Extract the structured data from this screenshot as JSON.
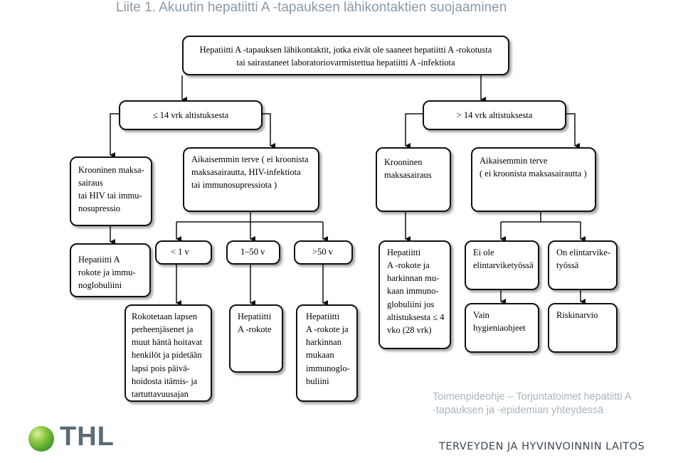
{
  "title": "Liite 1. Akuutin hepatiitti A -tapauksen lähikontaktien suojaaminen",
  "top_box": [
    "Hepatiitti A -tapauksen lähikontaktit, jotka eivät ole saaneet hepatiitti A -rokotusta",
    "tai sairastaneet laboratoriovarmistettua hepatiitti A -infektiota"
  ],
  "branch_left": "≤ 14 vrk altistuksesta",
  "branch_right": "> 14 vrk altistuksesta",
  "chronic_left": [
    "Krooninen maksa-",
    "sairaus",
    "tai HIV tai immu-",
    "nosupressio"
  ],
  "healthy_left": [
    "Aikaisemmin terve ( ei kroonista",
    "maksasairautta, HIV-infektiota",
    "tai immunosupressiota )"
  ],
  "chronic_right": [
    "Krooninen",
    "maksasairaus"
  ],
  "healthy_right": [
    "Aikaisemmin terve",
    "( ei kroonista maksasairautta )"
  ],
  "vaccine_igg": [
    "Hepatiitti A",
    "rokote  ja immu-",
    "noglobuliini"
  ],
  "age_lt1": "< 1 v",
  "age_1_50": "1–50 v",
  "age_gt50": ">50 v",
  "lt1_action": [
    "Rokotetaan lapsen",
    "perheenjäsenet ja",
    "muut häntä hoitavat",
    "henkilöt ja pidetään",
    "lapsi pois  päivä-",
    "hoidosta itämis- ja",
    "tartuttavuusajan"
  ],
  "age_1_50_action": [
    "Hepatiitti",
    "A -rokote"
  ],
  "age_gt50_action": [
    "Hepatiitti",
    "A -rokote ja",
    "harkinnan",
    "mukaan",
    "immunoglo-",
    "buliini"
  ],
  "chronic_right_action": [
    "Hepatiitti",
    "A -rokote  ja",
    "harkinnan mu-",
    "kaan immuno-",
    "globuliini jos",
    "altistuksesta  ≤ 4",
    "vko (28 vrk)"
  ],
  "not_food": [
    "Ei ole",
    "elintarviketyössä"
  ],
  "food": [
    "On elintarvike-",
    "työssä"
  ],
  "hygiene": [
    "Vain",
    "hygieniaohjeet"
  ],
  "risk": "Riskinarvio",
  "footer_note": [
    "Toimenpideohje – Torjuntatoimet hepatiitti A",
    "-tapauksen ja -epidemian yhteydessä"
  ],
  "logo_text": "THL",
  "institute": "TERVEYDEN JA HYVINVOINNIN LAITOS"
}
